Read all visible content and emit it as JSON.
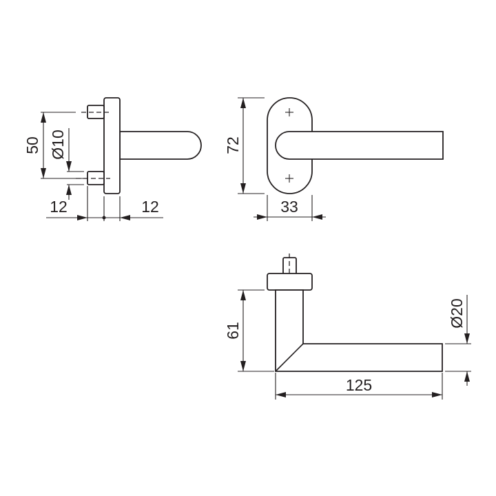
{
  "drawing": {
    "side_view": {
      "dim_pin_spacing": "50",
      "dim_pin_diameter": "Ø10",
      "dim_left_offset": "12",
      "dim_right_offset": "12"
    },
    "front_view": {
      "dim_rose_height": "72",
      "dim_rose_width": "33"
    },
    "top_view": {
      "dim_height": "61",
      "dim_length": "125",
      "dim_lever_diameter": "Ø20"
    },
    "colors": {
      "line": "#231f20",
      "background": "#ffffff"
    }
  }
}
